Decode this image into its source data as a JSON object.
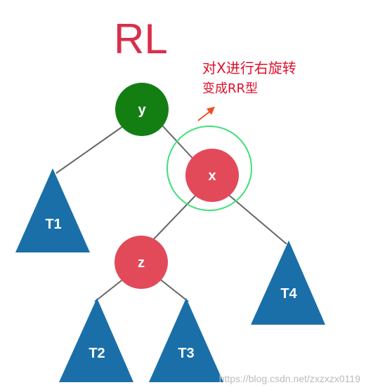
{
  "title": "RL",
  "annotation": {
    "line1": "对X进行右旋转",
    "line2": "变成RR型"
  },
  "nodes": {
    "y": {
      "label": "y",
      "color": "#137f13"
    },
    "x": {
      "label": "x",
      "color": "#e24a5a"
    },
    "z": {
      "label": "z",
      "color": "#e24a5a"
    }
  },
  "subtrees": {
    "t1": {
      "label": "T1"
    },
    "t2": {
      "label": "T2"
    },
    "t3": {
      "label": "T3"
    },
    "t4": {
      "label": "T4"
    }
  },
  "colors": {
    "title": "#d8304e",
    "annotation": "#e0102a",
    "arrow": "#f05020",
    "highlight_ring": "#3ee07a",
    "subtree_fill": "#1a6fa8",
    "edge": "#666666"
  },
  "watermark": "https://blog.csdn.net/zxzxzx0119"
}
